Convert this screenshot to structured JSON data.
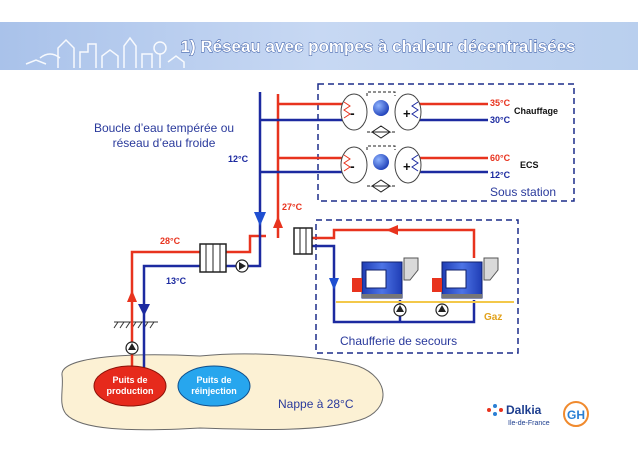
{
  "header": {
    "title": "1) Réseau avec pompes à chaleur décentralisées"
  },
  "labels": {
    "loop_line1": "Boucle d’eau tempérée ou",
    "loop_line2": "réseau d’eau froide",
    "temp_12_loop": "12°C",
    "temp_27": "27°C",
    "temp_28": "28°C",
    "temp_13": "13°C",
    "temp_35": "35°C",
    "temp_30": "30°C",
    "temp_60": "60°C",
    "temp_12_ecs": "12°C",
    "chauffage": "Chauffage",
    "ecs": "ECS",
    "sous_station": "Sous station",
    "gaz": "Gaz",
    "chaufferie": "Chaufferie de secours",
    "nappe": "Nappe à 28°C",
    "puits_prod_1": "Puits de",
    "puits_prod_2": "production",
    "puits_rej_1": "Puits de",
    "puits_rej_2": "réinjection"
  },
  "logos": {
    "dalkia_name": "Dalkia",
    "dalkia_region": "Ile-de-France"
  },
  "colors": {
    "header_band": "#b9cfee",
    "title_fill": "#ffffff",
    "title_outline": "#2c4f9e",
    "hot": "#e8331e",
    "cold": "#1c2aa0",
    "pipe_blue": "#1f4fd1",
    "box_border": "#1c2d8a",
    "gas_line": "#f3c84a",
    "gas_text": "#e2a21c",
    "ground": "#fcf1d4",
    "well_red": "#e62a1c",
    "well_blue": "#27a6ee",
    "text_blue": "#2a3a9c"
  }
}
